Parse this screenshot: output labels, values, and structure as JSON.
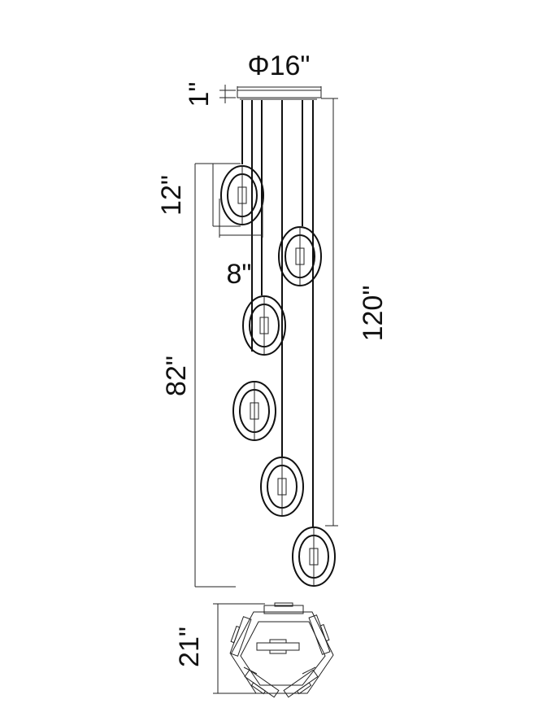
{
  "dimensions": {
    "canopy_diameter": "Φ16\"",
    "canopy_height": "1\"",
    "pendant_height": "12\"",
    "pendant_width": "8\"",
    "overall_drop": "120\"",
    "shortest_drop": "82\"",
    "bottom_width": "21\""
  },
  "colors": {
    "line": "#111111",
    "background": "#ffffff"
  }
}
